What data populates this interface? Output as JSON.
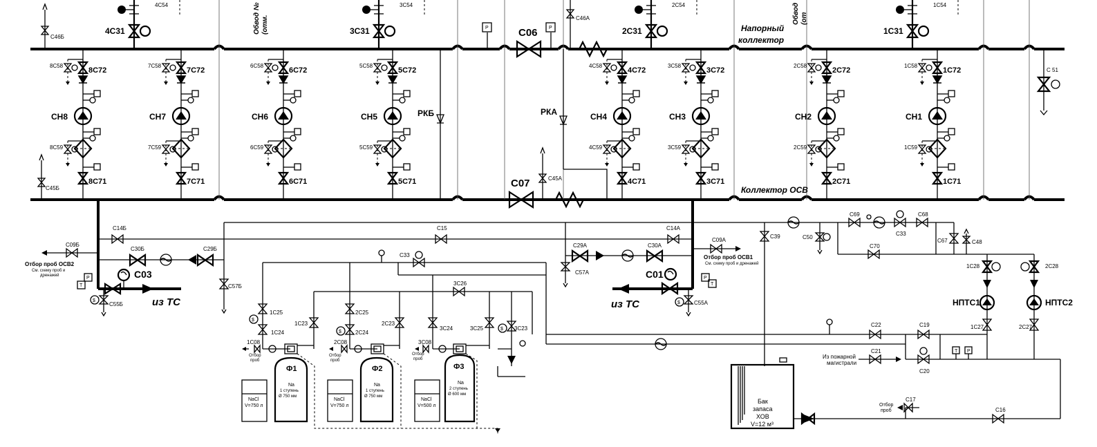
{
  "collectors": {
    "pressure": "Напорный коллектор",
    "pressure_l1": "Напорный",
    "pressure_l2": "коллектор",
    "osv": "Коллектор ОСВ"
  },
  "bypass": {
    "a1": "Обвод №",
    "a2": "(отм.",
    "b1": "Обвод",
    "b2": "(от"
  },
  "pumps": [
    {
      "name": "СН8",
      "top_valve": "8С72",
      "bot_valve": "8С71",
      "s58": "8С58",
      "s59": "8С59"
    },
    {
      "name": "СН7",
      "top_valve": "7С72",
      "bot_valve": "7С71",
      "s58": "7С58",
      "s59": "7С59"
    },
    {
      "name": "СН6",
      "top_valve": "6С72",
      "bot_valve": "6С71",
      "s58": "6С58",
      "s59": "6С59"
    },
    {
      "name": "СН5",
      "top_valve": "5С72",
      "bot_valve": "5С71",
      "s58": "5С58",
      "s59": "5С59"
    },
    {
      "name": "СН4",
      "top_valve": "4С72",
      "bot_valve": "4С71",
      "s58": "4С58",
      "s59": "4С59"
    },
    {
      "name": "СН3",
      "top_valve": "3С72",
      "bot_valve": "3С71",
      "s58": "3С58",
      "s59": "3С59"
    },
    {
      "name": "СН2",
      "top_valve": "2С72",
      "bot_valve": "2С71",
      "s58": "2С58",
      "s59": "2С59"
    },
    {
      "name": "СН1",
      "top_valve": "1С72",
      "bot_valve": "1С71",
      "s58": "1С58",
      "s59": "1С59"
    }
  ],
  "top_valves": [
    {
      "label": "4С31",
      "small": "4С54"
    },
    {
      "label": "3С31",
      "small": "3С54"
    },
    {
      "label": "2С31",
      "small": "2С54"
    },
    {
      "label": "1С31",
      "small": "1С54"
    }
  ],
  "main": {
    "c06": "С06",
    "c07": "С07",
    "rkb": "РКБ",
    "rka": "РКА",
    "c46b": "С46Б",
    "c46a": "С46А",
    "c45b": "С45Б",
    "c45a": "С45А",
    "c51": "С 51"
  },
  "lower": {
    "c14b": "С14Б",
    "c15": "С15",
    "c14a": "С14А",
    "c39": "С39",
    "c50": "С50",
    "c69": "С69",
    "c33a": "С33",
    "c68": "С68",
    "c70": "С70",
    "c67": "С67",
    "c48": "С48",
    "c09b": "С09Б",
    "c30b": "С30Б",
    "c29b": "С29Б",
    "c57b": "С57Б",
    "sample_osv2": "Отбор проб ОСВ2",
    "scheme_note_l1": "См. схему проб и",
    "scheme_note_l2": "дренажей",
    "c03": "С03",
    "c55b": "С55Б",
    "from_ts": "из ТС",
    "p": "P",
    "t": "T",
    "c29a": "С29А",
    "c30a": "С30А",
    "c09a": "С09А",
    "c57a": "С57А",
    "sample_osv1": "Отбор проб ОСВ1",
    "scheme_note2": "См. схему проб и дренажей",
    "c01": "С01",
    "c55a": "С55А",
    "c33": "С33",
    "c1c25": "1С25",
    "c1c24": "1С24",
    "c1c08": "1С08",
    "c1c23": "1С23",
    "c2c25": "2С25",
    "c2c24": "2С24",
    "c2c08": "2С08",
    "c2c23": "2С23",
    "c3c26": "3С26",
    "c3c24": "3С24",
    "c3c25": "3С25",
    "c3c23": "3С23",
    "c3c08": "3С08",
    "sample1": "Отбор",
    "sample2": "проб",
    "f1": "Ф1",
    "f2": "Ф2",
    "f3": "Ф3",
    "na": "Na",
    "stage1": "1 ступень",
    "stage2": "2 ступень",
    "d750": "Ø 750 мм",
    "d600": "Ø 600 мм",
    "nacl": "NaCl",
    "v750": "V=750 л",
    "v500": "V=500 л",
    "c22": "С22",
    "c19": "С19",
    "c21": "С21",
    "c20": "С20",
    "fire_l1": "Из пожарной",
    "fire_l2": "магистрали",
    "c1c28": "1С28",
    "c2c28": "2С28",
    "nptc1": "НПТС1",
    "nptc2": "НПТС2",
    "c1c27": "1С27",
    "c2c27": "2С27",
    "c17": "С17",
    "c16": "С16",
    "tank_l1": "Бак",
    "tank_l2": "запаса",
    "tank_l3": "ХОВ",
    "tank_l4": "V=12 м³"
  }
}
